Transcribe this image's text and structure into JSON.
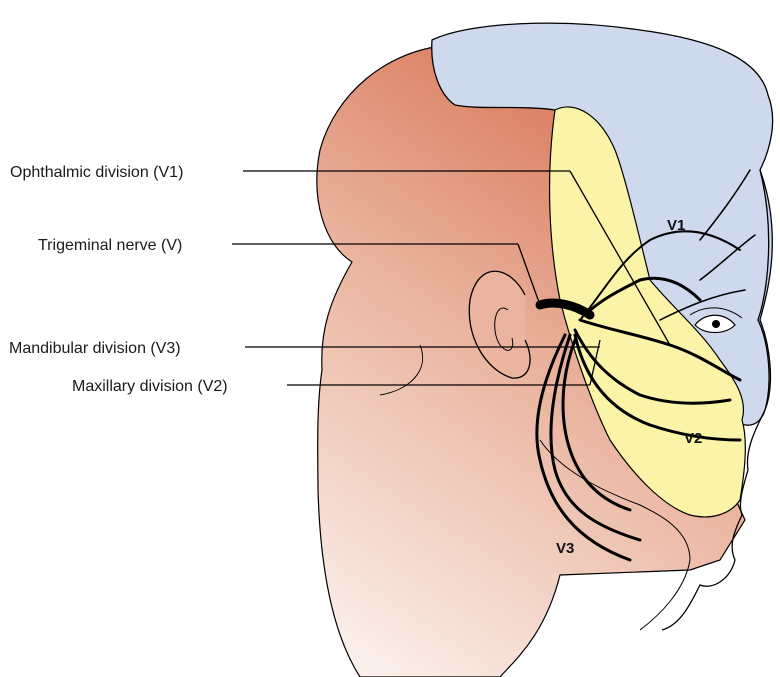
{
  "labels": {
    "ophthalmic": "Ophthalmic division (V1)",
    "trigeminal": "Trigeminal nerve (V)",
    "mandibular": "Mandibular division (V3)",
    "maxillary": "Maxillary division (V2)"
  },
  "zones": {
    "v1": "V1",
    "v2": "V2",
    "v3": "V3"
  },
  "colors": {
    "scalp": "#d9785a",
    "neck": "#f7e8e2",
    "ophthalmic_region": "#cfd9ee",
    "maxillary_region": "#fbf4a8",
    "nerve": "#000000"
  }
}
